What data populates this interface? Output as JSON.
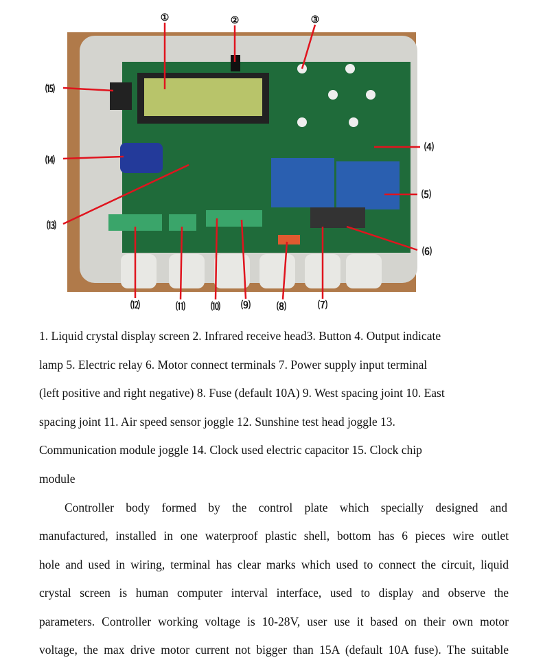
{
  "figure": {
    "callouts": [
      "①",
      "②",
      "③",
      "⑷",
      "⑸",
      "⑹",
      "⑺",
      "⑻",
      "⑼",
      "⑽",
      "⑾",
      "⑿",
      "⒀",
      "⒁",
      "⒂"
    ],
    "callout_text": [
      "1",
      "2",
      "3",
      "(4)",
      "(5)",
      "6",
      "7",
      "8",
      "9",
      "10",
      "(11)",
      "(12)",
      "(13)",
      "(14)",
      "(15)"
    ]
  },
  "legend_lines": [
    "1.  Liquid crystal display screen    2. Infrared receive head3. Button    4. Output indicate",
    "lamp    5. Electric relay    6. Motor connect terminals      7. Power supply input terminal",
    "(left positive and right negative)    8. Fuse (default 10A)    9. West spacing joint    10. East",
    "spacing joint      11. Air speed sensor joggle      12. Sunshine test head joggle    13.",
    "Communication module joggle      14. Clock used electric capacitor    15. Clock chip",
    "module"
  ],
  "paragraph_lines": [
    "Controller body formed by the control plate which specially designed and",
    "manufactured, installed in one waterproof plastic shell, bottom has 6 pieces wire outlet",
    "hole and used in wiring, terminal has clear marks which used to connect the circuit, liquid",
    "crystal screen is human computer interval interface, used to display and observe the",
    "parameters. Controller working voltage is 10-28V, user use it based on their own motor",
    "voltage, the max drive motor current not bigger than 15A (default 10A fuse). The suitable"
  ],
  "colors": {
    "pcb": "#1f6b3a",
    "shell": "#d9d9d4",
    "wood": "#b07a4a",
    "leader": "#e0141e",
    "relay": "#2a5fb0",
    "terminal": "#3aa56a"
  }
}
